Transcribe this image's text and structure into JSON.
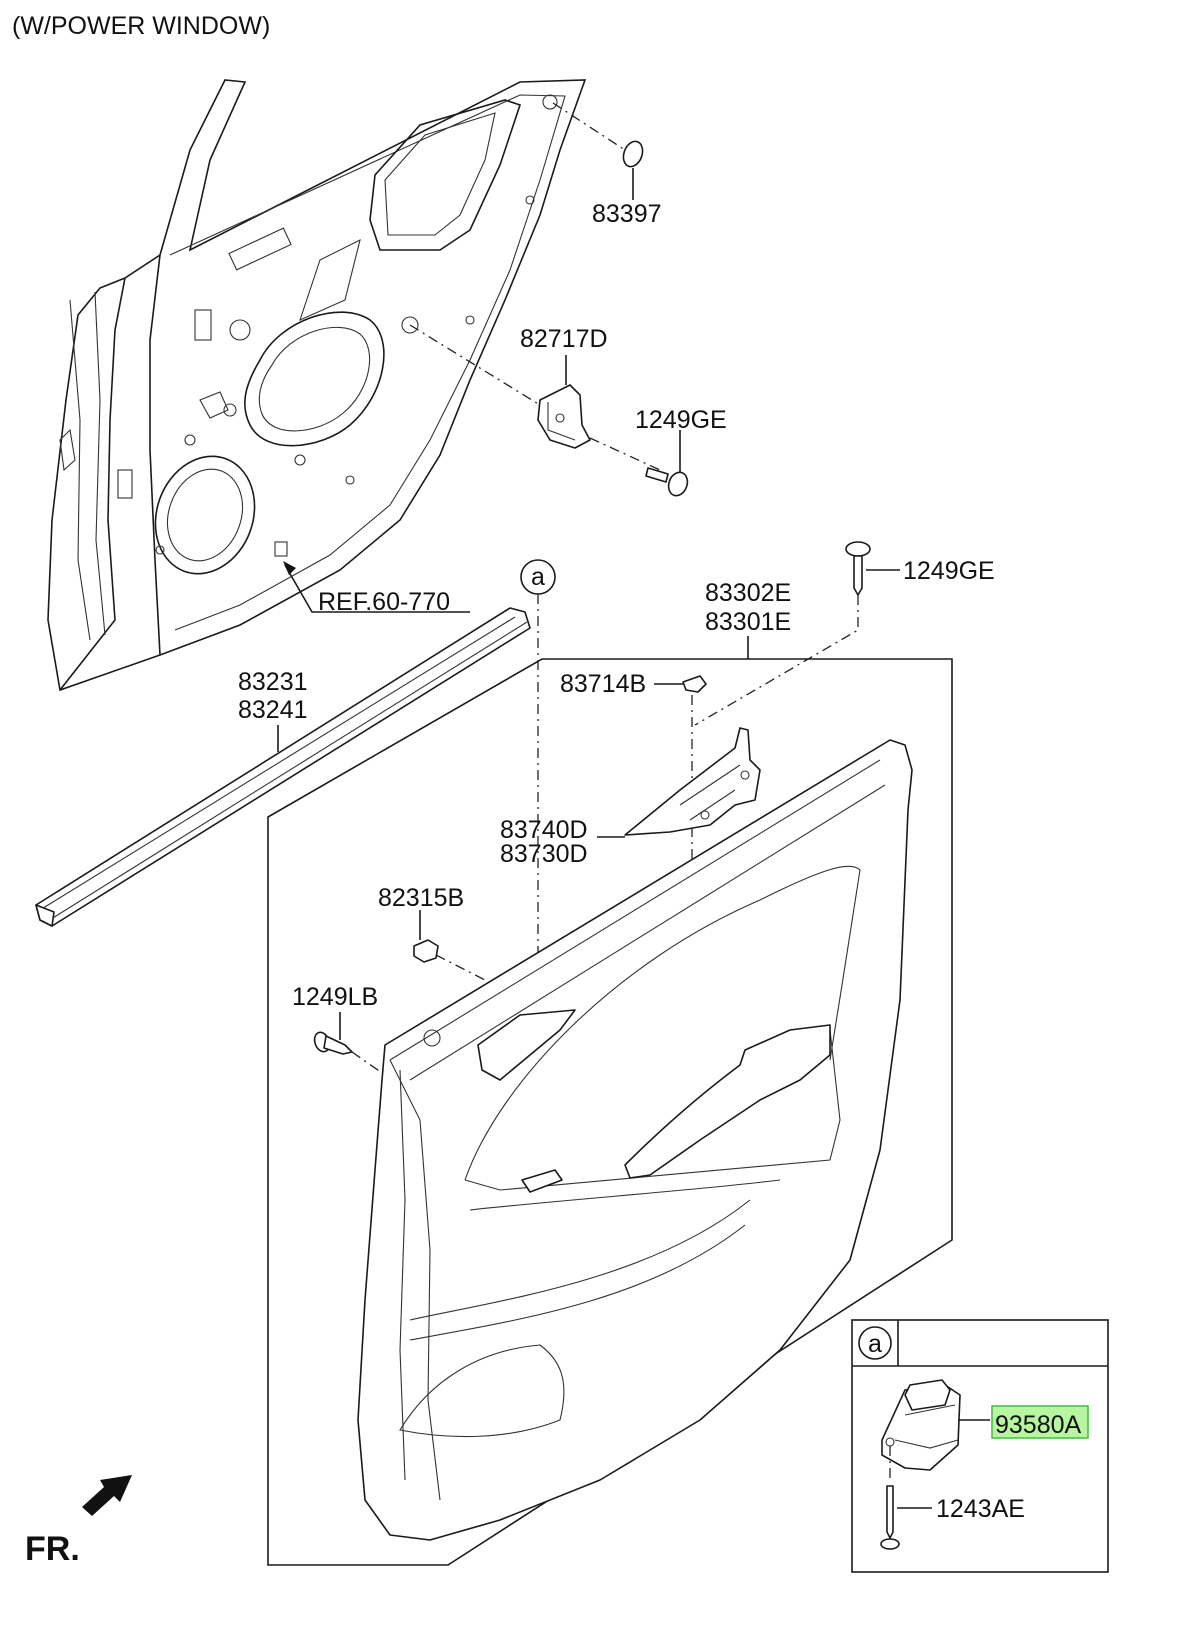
{
  "header": {
    "title": "(W/POWER WINDOW)"
  },
  "reference": {
    "label": "REF.60-770"
  },
  "callouts": {
    "p83397": "83397",
    "p82717D": "82717D",
    "p1249GE_upper": "1249GE",
    "p1249GE_lower": "1249GE",
    "p83302E": "83302E",
    "p83301E": "83301E",
    "p83231": "83231",
    "p83241": "83241",
    "p83714B": "83714B",
    "p83740D": "83740D",
    "p83730D": "83730D",
    "p82315B": "82315B",
    "p1249LB": "1249LB",
    "p93580A": "93580A",
    "p1243AE": "1243AE"
  },
  "detail": {
    "marker": "a",
    "inset_marker": "a"
  },
  "orientation": {
    "label": "FR."
  },
  "colors": {
    "highlight": "#b8f5a0",
    "highlight_border": "#44bb44",
    "line": "#1a1a1a"
  }
}
